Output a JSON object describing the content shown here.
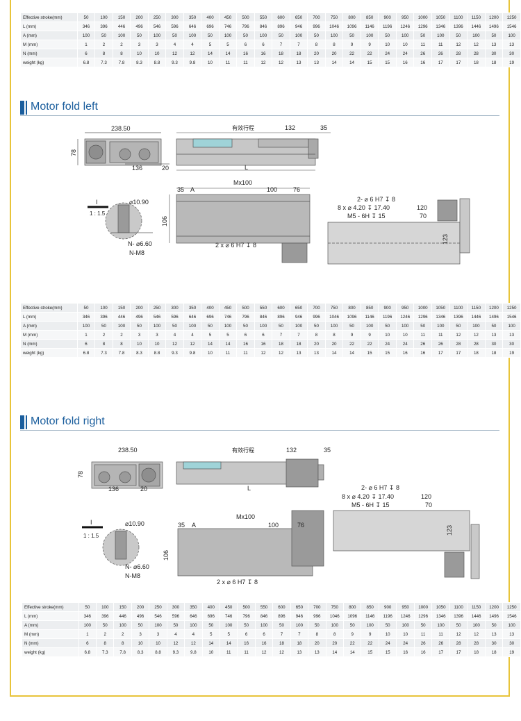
{
  "tables": {
    "row_labels": [
      "Effective stroke(mm)",
      "L (mm)",
      "A (mm)",
      "M (mm)",
      "N (mm)",
      "weight (kg)"
    ],
    "rows": [
      [
        "50",
        "100",
        "150",
        "200",
        "250",
        "300",
        "350",
        "400",
        "450",
        "500",
        "550",
        "600",
        "650",
        "700",
        "750",
        "800",
        "850",
        "900",
        "950",
        "1000",
        "1050",
        "1100",
        "1150",
        "1200",
        "1250"
      ],
      [
        "346",
        "396",
        "446",
        "496",
        "546",
        "596",
        "646",
        "696",
        "746",
        "796",
        "846",
        "896",
        "946",
        "996",
        "1046",
        "1096",
        "1146",
        "1196",
        "1246",
        "1296",
        "1346",
        "1396",
        "1446",
        "1496",
        "1546"
      ],
      [
        "100",
        "50",
        "100",
        "50",
        "100",
        "50",
        "100",
        "50",
        "100",
        "50",
        "100",
        "50",
        "100",
        "50",
        "100",
        "50",
        "100",
        "50",
        "100",
        "50",
        "100",
        "50",
        "100",
        "50",
        "100"
      ],
      [
        "1",
        "2",
        "2",
        "3",
        "3",
        "4",
        "4",
        "5",
        "5",
        "6",
        "6",
        "7",
        "7",
        "8",
        "8",
        "9",
        "9",
        "10",
        "10",
        "11",
        "11",
        "12",
        "12",
        "13",
        "13"
      ],
      [
        "6",
        "8",
        "8",
        "10",
        "10",
        "12",
        "12",
        "14",
        "14",
        "16",
        "16",
        "18",
        "18",
        "20",
        "20",
        "22",
        "22",
        "24",
        "24",
        "26",
        "26",
        "28",
        "28",
        "30",
        "30"
      ],
      [
        "6.8",
        "7.3",
        "7.8",
        "8.3",
        "8.8",
        "9.3",
        "9.8",
        "10",
        "11",
        "11",
        "12",
        "12",
        "13",
        "13",
        "14",
        "14",
        "15",
        "15",
        "16",
        "16",
        "17",
        "17",
        "18",
        "18",
        "19"
      ]
    ]
  },
  "sections": {
    "left": {
      "title": "Motor fold left"
    },
    "right": {
      "title": "Motor fold right"
    }
  },
  "dims": {
    "width_238": "238.50",
    "eff_stroke": "有效行程",
    "d132": "132",
    "d35": "35",
    "d78": "78",
    "d136": "136",
    "d20": "20",
    "L": "L",
    "mx100": "Mx100",
    "d35a": "35",
    "A": "A",
    "d100": "100",
    "d76": "76",
    "d106": "106",
    "holes_2x": "2 x ⌀ 6 H7 ↧ 8",
    "detail_I": "I",
    "detail_scale": "1 : 1.5",
    "d10_90": "⌀10.90",
    "n6_60": "N- ⌀6.60",
    "n_m8": "N-M8",
    "pin_2": "2- ⌀ 6 H7 ↧ 8",
    "holes_8x": "8 x ⌀ 4.20 ↧ 17.40",
    "m5": "M5 - 6H ↧ 15",
    "d120": "120",
    "d70": "70",
    "d123": "123"
  }
}
